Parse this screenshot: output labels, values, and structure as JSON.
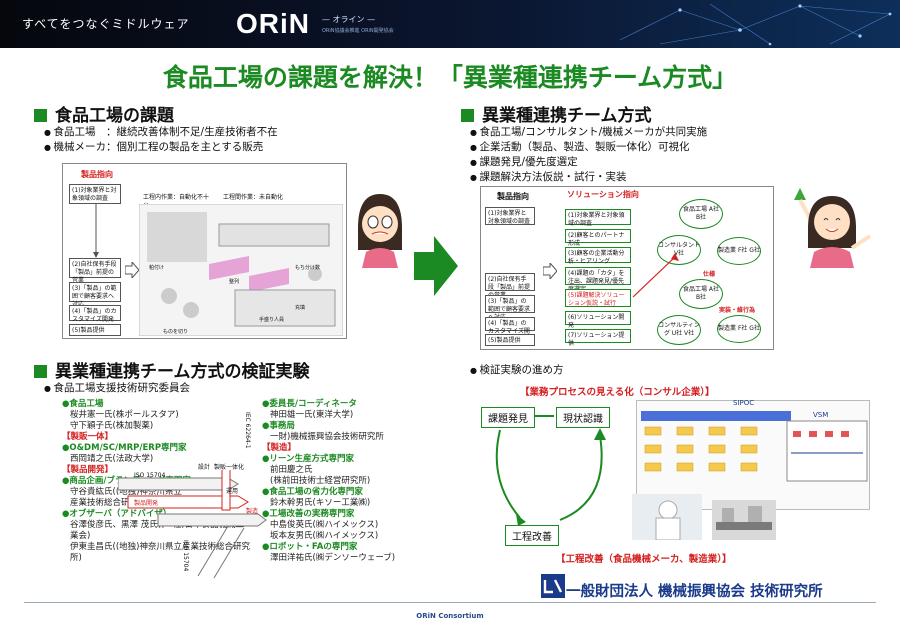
{
  "header": {
    "tagline": "すべてをつなぐミドルウェア",
    "logo": "ORiN",
    "logo_sub": "— オライン —",
    "logo_tiny": "ORiN協議会推進 ORiN開発協会"
  },
  "title": "食品工場の課題を解決！「異業種連携チーム方式」",
  "left_top": {
    "heading": "食品工場の課題",
    "bullets": [
      "食品工場　：継続改善体制不足/生産技術者不在",
      "機械メーカ：個別工程の製品を主とする販売"
    ],
    "flow_title": "製品指向",
    "flow_items": [
      "(1)対象業界と対象領域の調査",
      "(2)自社保有手段「製品」前提の営業",
      "(3)「製品」の範囲で顧客要求へ対応",
      "(4)「製品」のカスタマイズ開発",
      "(5)製品提供"
    ],
    "photo_labels": [
      "工程内作業：自動化不十分",
      "工程間作業：未自動化"
    ],
    "photo_small": [
      "粕付け",
      "整列",
      "ものを切り",
      "手盛り人員",
      "充填",
      "もち分け数"
    ]
  },
  "right_top": {
    "heading": "異業種連携チーム方式",
    "bullets": [
      "食品工場/コンサルタント/機械メーカが共同実施",
      "企業活動（製品、製造、製販一体化）可視化",
      "課題発見/優先度選定",
      "課題解決方法仮説・試行・実装"
    ],
    "flow_title": "製品指向",
    "flow_items": [
      "(1)対象業界と対象領域の調査",
      "(2)自社保有手段「製品」前提の営業",
      "(3)「製品」の範囲で顧客要求へ対応",
      "(4)「製品」のカスタマイズ開発",
      "(5)製品提供"
    ],
    "solution_title": "ソリューション指向",
    "solution_items": [
      "(1)対象業界と対象領域の調査",
      "(2)顧客とのパートナ形成",
      "(3)顧客の企業活動分析・ヒアリング",
      "(4)課題の「カタ」を注出、課題発見/優先度選定",
      "(5)課題解決ソリューション仮説・試行",
      "(6)ソリューション開発",
      "(7)ソリューション提供"
    ],
    "ellipses": [
      "食品工場 A社 B社",
      "コンサルタント V社",
      "製造業 F社 G社",
      "食品工場 A社 B社",
      "コンサルティング U社 V社",
      "製造業 F社 G社"
    ],
    "red_notes": [
      "仕様",
      "実装・維行為"
    ]
  },
  "left_bottom": {
    "heading": "異業種連携チーム方式の検証実験",
    "sub": "食品工場支援技術研究委員会",
    "groups": [
      {
        "head": "●食品工場",
        "names": [
          "桜井憲一氏(株ポールスタア)",
          "守下穎子氏(株加製薬)"
        ]
      },
      {
        "head": "【製販一体】",
        "red": true,
        "names": []
      },
      {
        "head": "●O&DM/SC/MRP/ERP専門家",
        "names": [
          "西岡靖之氏(法政大学)"
        ]
      },
      {
        "head": "【製品開発】",
        "red": true,
        "names": []
      },
      {
        "head": "●商品企画/ブランディング専門家",
        "names": [
          "守谷貴紘氏((地独)神奈川県立",
          "産業技術総合研究所)"
        ]
      },
      {
        "head": "●オブザーバ（アドバイザ）",
        "names": [
          "谷澤俊彦氏、黒澤 茂氏((一社)日本食品機械工業会)",
          "伊東圭昌氏((地独)神奈川県立産業技術総合研究所)"
        ]
      }
    ],
    "groups_right": [
      {
        "head": "●委員長/コーディネータ",
        "names": [
          "神田雄一氏(東洋大学)"
        ]
      },
      {
        "head": "●事務局",
        "names": [
          "一財)機械振興協会技術研究所"
        ]
      },
      {
        "head": "【製造】",
        "red": true,
        "names": []
      },
      {
        "head": "●リーン生産方式専門家",
        "names": [
          "前田慶之氏",
          "(株前田技術士経営研究所)"
        ]
      },
      {
        "head": "●食品工場の省力化専門家",
        "names": [
          "鈴木幹男氏(キソー工業㈱)"
        ]
      },
      {
        "head": "●工場改善の実務専門家",
        "names": [
          "中島俊英氏(㈱ハイメックス)",
          "坂本友男氏(㈱ハイメックス)"
        ]
      },
      {
        "head": "●ロボット・FAの専門家",
        "names": [
          "澤田洋祐氏(㈱デンソーウェーブ)"
        ]
      }
    ],
    "diagram_labels": [
      "ISO 15704",
      "IEC 62264-1",
      "製品開発",
      "設計",
      "製販一体化",
      "運用",
      "製造",
      "ISO 15704"
    ]
  },
  "right_bottom": {
    "bullet": "検証実験の進め方",
    "caption_top": "【業務プロセスの見える化（コンサル企業）】",
    "nodes": [
      "課題発見",
      "現状認識",
      "工程改善"
    ],
    "sipoc": "SIPOC",
    "vsm": "VSM",
    "caption_bottom": "【工程改善（食品機械メーカ、製造業）】"
  },
  "footer": {
    "org": "一般財団法人 機械振興協会 技術研究所",
    "consortium": "ORiN Consortium"
  },
  "colors": {
    "green": "#1b8a22",
    "red": "#d42020",
    "navy": "#0b1630"
  }
}
